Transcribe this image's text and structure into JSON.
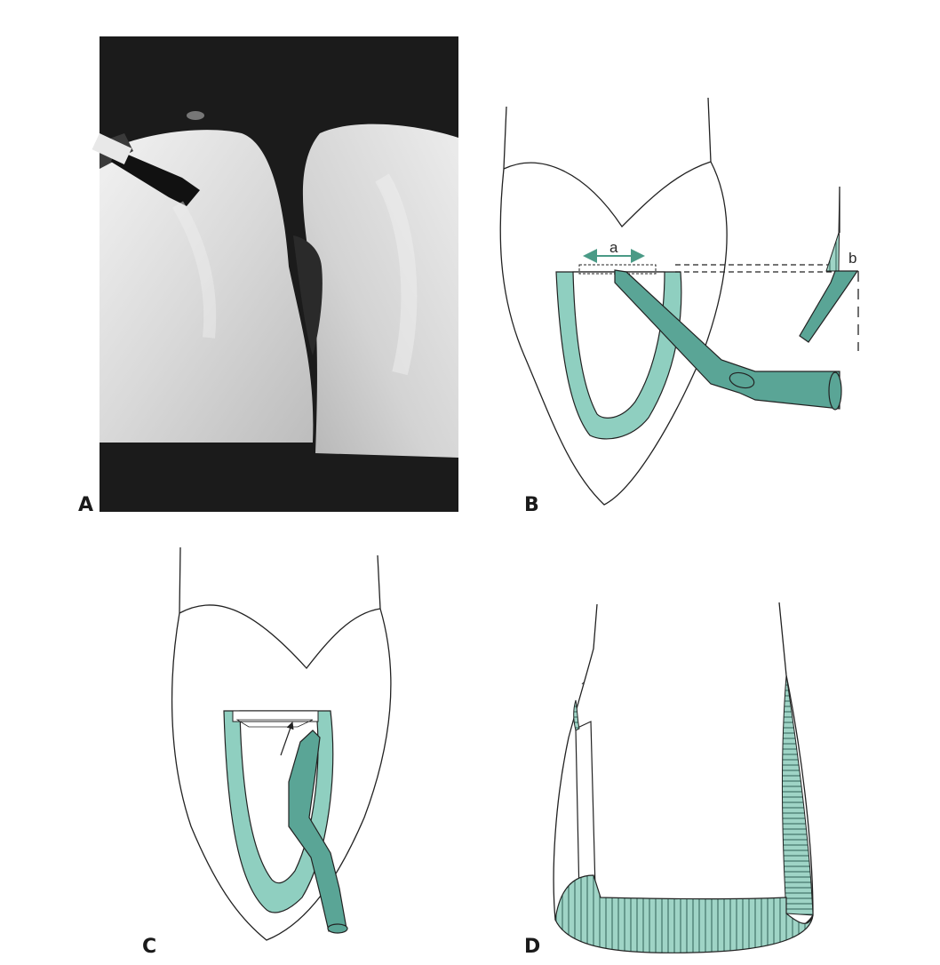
{
  "panels": {
    "A": {
      "label": "A"
    },
    "B": {
      "label": "B",
      "dimension_a": "a",
      "dimension_b": "b"
    },
    "C": {
      "label": "C"
    },
    "D": {
      "label": "D"
    }
  },
  "colors": {
    "instrument": "#5aa596",
    "instrument_light": "#8fcfc0",
    "outline": "#222222",
    "arrow_accent": "#4a9a86"
  }
}
